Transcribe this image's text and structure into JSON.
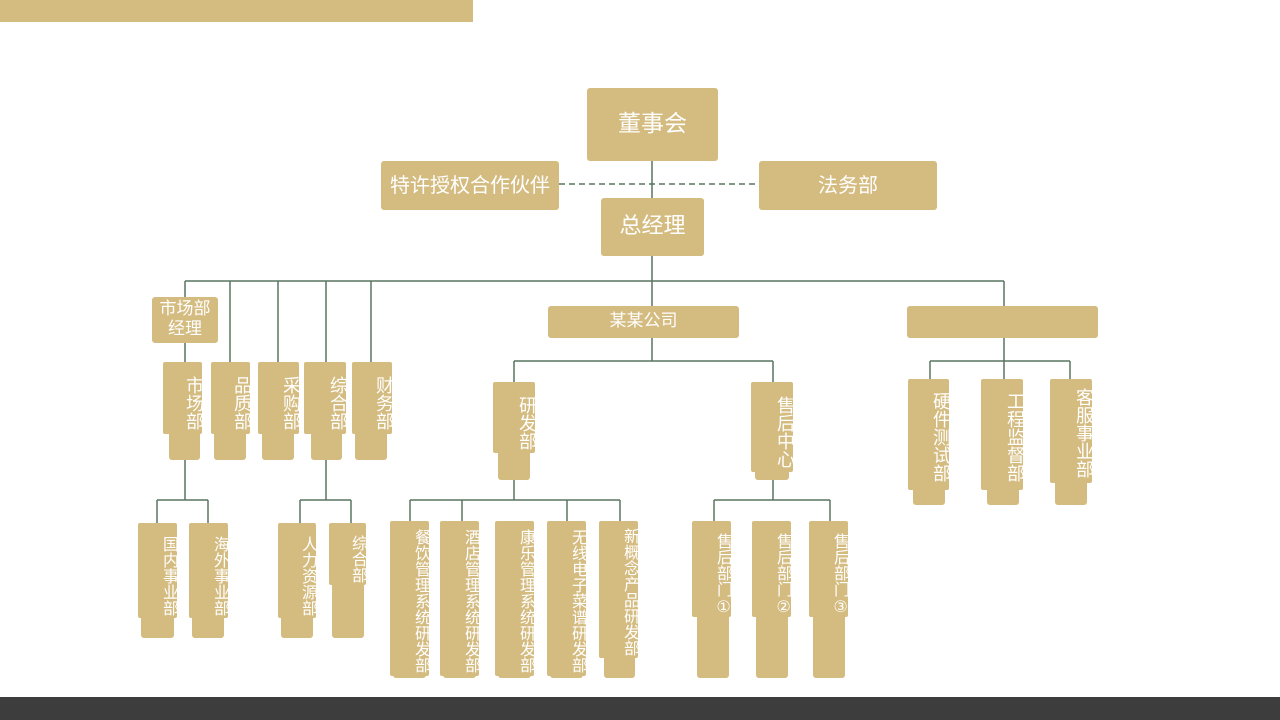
{
  "board": "董事会",
  "franchise": "特许授权合作伙伴",
  "legal": "法务部",
  "gm": "总经理",
  "market_manager": "市场部经理",
  "company": "某某公司",
  "right_company": "",
  "dept": [
    "市场部",
    "品质部",
    "采购部",
    "综合部",
    "财务部"
  ],
  "market_sub": [
    "国内事业部",
    "海外事业部"
  ],
  "general_sub": [
    "人力资源部",
    "综合部"
  ],
  "rd": "研发部",
  "rd_sub": [
    "餐饮管理系统研发部",
    "酒店管理系统研发部",
    "康乐管理系统研发部",
    "无线电子菜谱研发部",
    "新概念产品研发部"
  ],
  "after_sales": "售后中心",
  "after_sub": [
    "售后部门①",
    "售后部门②",
    "售后部门③"
  ],
  "right_sub": [
    "硬件测试部",
    "工程监督部",
    "客服事业部"
  ],
  "colors": {
    "box": "#d4bb80",
    "line": "#5a7560",
    "footer": "#3d3d3d"
  }
}
